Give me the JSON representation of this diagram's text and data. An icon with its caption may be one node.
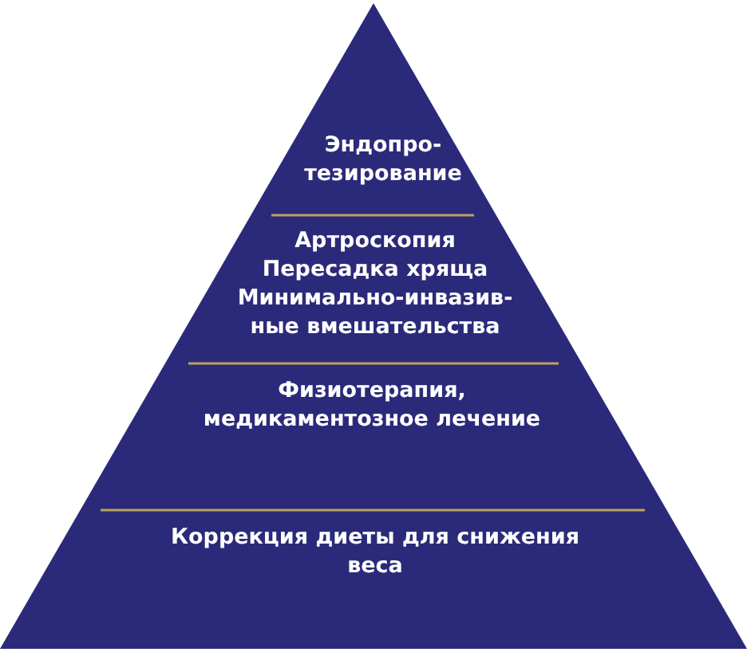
{
  "diagram": {
    "nodes": [
      {
        "text": [],
        "shape": "triangle"
      },
      {
        "text": [
          "Эндопро-тезирование"
        ],
        "in": 0
      },
      {
        "text": [
          "Артроскопия",
          "Пересадка хряща",
          "Минимально-инвазив-ные вмешательства"
        ],
        "in": 0
      },
      {
        "text": [
          "Физиотерапия, медикаментозное лечение"
        ],
        "in": 0
      },
      {
        "text": [
          "Коррекция диеты для снижения веса"
        ],
        "in": 0
      }
    ],
    "edges": []
  }
}
